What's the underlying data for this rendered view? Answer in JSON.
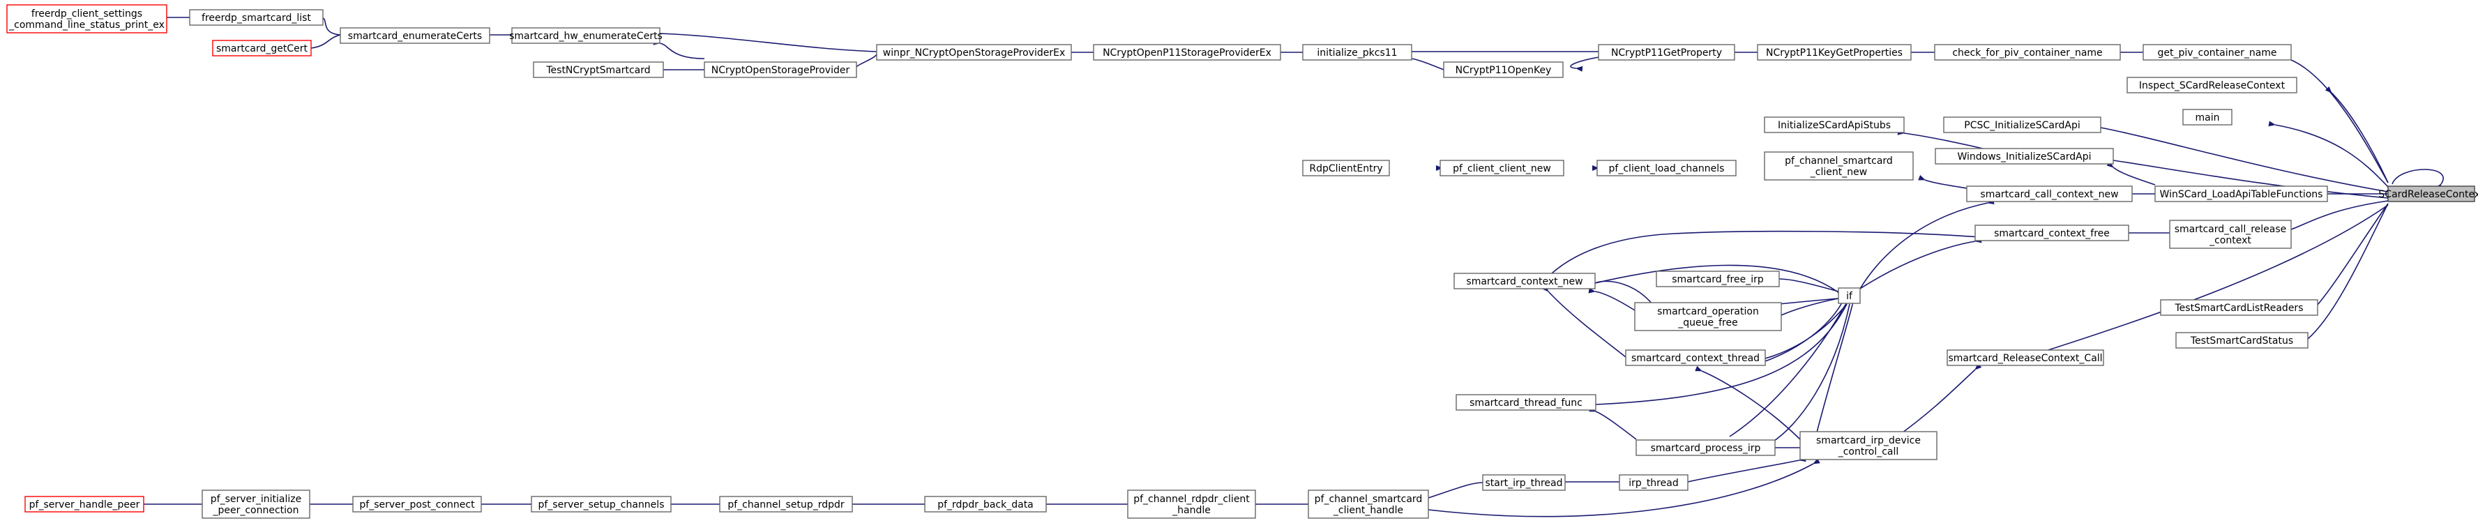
{
  "title": "",
  "colors": {
    "edge": "#191970",
    "node_border": "#666666",
    "truncated_border": "#ff0000",
    "root_fill": "#bfbfbf",
    "background": "#ffffff"
  },
  "nodes": {
    "n_fcs": [
      "freerdp_client_settings",
      "_command_line_status_print_ex"
    ],
    "n_fsl": [
      "freerdp_smartcard_list"
    ],
    "n_sgc": [
      "smartcard_getCert"
    ],
    "n_sec": [
      "smartcard_enumerateCerts"
    ],
    "n_she": [
      "smartcard_hw_enumerateCerts"
    ],
    "n_tnc": [
      "TestNCryptSmartcard"
    ],
    "n_nos": [
      "NCryptOpenStorageProvider"
    ],
    "n_wno": [
      "winpr_NCryptOpenStorageProviderEx"
    ],
    "n_nop": [
      "NCryptOpenP11StorageProviderEx"
    ],
    "n_ip1": [
      "initialize_pkcs11"
    ],
    "n_np1": [
      "NCryptP11OpenKey"
    ],
    "n_gpp": [
      "NCryptP11GetProperty"
    ],
    "n_kgp": [
      "NCryptP11KeyGetProperties"
    ],
    "n_cfp": [
      "check_for_piv_container_name"
    ],
    "n_gpc": [
      "get_piv_container_name"
    ],
    "n_isr": [
      "Inspect_SCardReleaseContext"
    ],
    "n_main": [
      "main"
    ],
    "n_isa": [
      "InitializeSCardApiStubs"
    ],
    "n_pci": [
      "PCSC_InitializeSCardApi"
    ],
    "n_wis": [
      "Windows_InitializeSCardApi"
    ],
    "n_rce": [
      "RdpClientEntry"
    ],
    "n_pcn": [
      "pf_client_client_new"
    ],
    "n_plc": [
      "pf_client_load_channels"
    ],
    "n_pcs": [
      "pf_channel_smartcard",
      "_client_new"
    ],
    "n_scn": [
      "smartcard_call_context_new"
    ],
    "n_wla": [
      "WinSCard_LoadApiTableFunctions"
    ],
    "n_src": [
      "SCardReleaseContext"
    ],
    "n_scf": [
      "smartcard_context_free"
    ],
    "n_scr": [
      "smartcard_call_release",
      "_context"
    ],
    "n_sfi": [
      "smartcard_free_irp"
    ],
    "n_if": [
      "if"
    ],
    "n_cnw": [
      "smartcard_context_new"
    ],
    "n_soq": [
      "smartcard_operation",
      "_queue_free"
    ],
    "n_sct": [
      "smartcard_context_thread"
    ],
    "n_tsl": [
      "TestSmartCardListReaders"
    ],
    "n_tss": [
      "TestSmartCardStatus"
    ],
    "n_rcc": [
      "smartcard_ReleaseContext_Call"
    ],
    "n_stf": [
      "smartcard_thread_func"
    ],
    "n_sid": [
      "smartcard_irp_device",
      "_control_call"
    ],
    "n_spi": [
      "smartcard_process_irp"
    ],
    "n_sit": [
      "start_irp_thread"
    ],
    "n_irp": [
      "irp_thread"
    ],
    "n_phc": [
      "pf_channel_smartcard",
      "_client_handle"
    ],
    "n_prc": [
      "pf_channel_rdpdr_client",
      "_handle"
    ],
    "n_prd": [
      "pf_rdpdr_back_data"
    ],
    "n_pcr": [
      "pf_channel_setup_rdpdr"
    ],
    "n_pss": [
      "pf_server_setup_channels"
    ],
    "n_ppc": [
      "pf_server_post_connect"
    ],
    "n_pic": [
      "pf_server_initialize",
      "_peer_connection"
    ],
    "n_php": [
      "pf_server_handle_peer"
    ]
  }
}
